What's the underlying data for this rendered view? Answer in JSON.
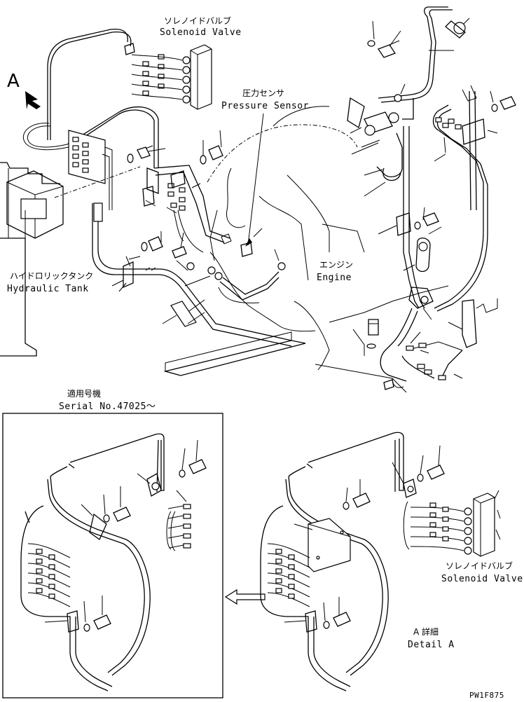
{
  "labels": {
    "solenoid_jp_top": "ソレノイドバルブ",
    "solenoid_en_top": "Solenoid Valve",
    "pressure_jp": "圧力センサ",
    "pressure_en": "Pressure Sensor",
    "view_marker": "A",
    "hydraulic_jp": "ハイドロリックタンク",
    "hydraulic_en": "Hydraulic Tank",
    "engine_jp": "エンジン",
    "engine_en": "Engine",
    "serial_jp": "適用号機",
    "serial_en": "Serial No.47025～",
    "solenoid_jp_detail": "ソレノイドバルブ",
    "solenoid_en_detail": "Solenoid Valve",
    "detail_jp": "A 詳細",
    "detail_en": "Detail A",
    "drawing_code": "PW1F875"
  }
}
